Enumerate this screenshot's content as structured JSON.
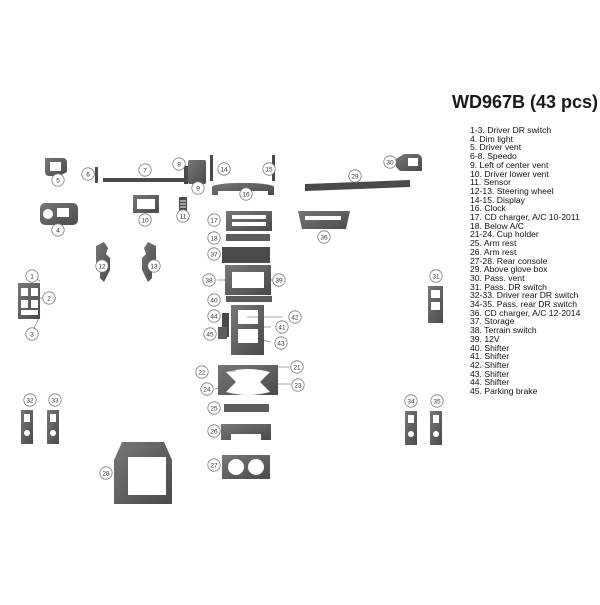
{
  "kit": {
    "title": "WD967B (43 pcs)",
    "legend": [
      "1-3. Driver DR switch",
      "4. Dim light",
      "5. Driver vent",
      "6-8. Speedo",
      "9. Left of center vent",
      "10. Driver lower vent",
      "11. Sensor",
      "12-13. Steering wheel",
      "14-15. Display",
      "16. Clock",
      "17. CD charger, A/C 10-2011",
      "18. Below A/C",
      "21-24. Cup holder",
      "25. Arm rest",
      "26. Arm rest",
      "27-28. Rear console",
      "29. Above glove box",
      "30. Pass. vent",
      "31. Pass. DR switch",
      "32-33. Driver rear DR switch",
      "34-35. Pass. rear DR switch",
      "36. CD charger, A/C 12-2014",
      "37. Storage",
      "38. Terrain switch",
      "39. 12V",
      "40. Shifter",
      "41. Shifter",
      "42. Shifter",
      "43. Shifter",
      "44. Shifter",
      "45. Parking brake"
    ],
    "callouts": [
      "1",
      "2",
      "3",
      "4",
      "5",
      "6",
      "7",
      "8",
      "9",
      "10",
      "11",
      "12",
      "13",
      "14",
      "15",
      "16",
      "17",
      "18",
      "21",
      "22",
      "23",
      "24",
      "25",
      "26",
      "27",
      "28",
      "29",
      "30",
      "31",
      "32",
      "33",
      "34",
      "35",
      "36",
      "37",
      "38",
      "39",
      "40",
      "41",
      "42",
      "43",
      "44",
      "45"
    ]
  },
  "colors": {
    "part_fill": "#5c5c5c",
    "part_dark": "#3f3f3f",
    "part_light": "#7a7a7a",
    "callout_stroke": "#777777",
    "text": "#111111"
  }
}
